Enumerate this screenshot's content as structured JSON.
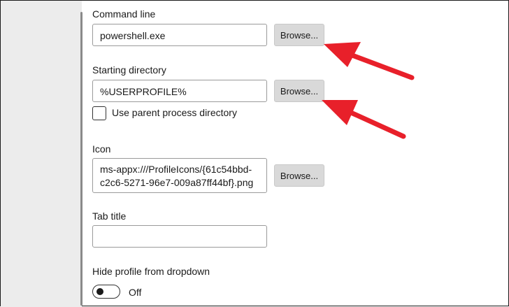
{
  "command_line": {
    "label": "Command line",
    "value": "powershell.exe",
    "browse_label": "Browse..."
  },
  "starting_directory": {
    "label": "Starting directory",
    "value": "%USERPROFILE%",
    "browse_label": "Browse...",
    "checkbox_label": "Use parent process directory",
    "checkbox_checked": false
  },
  "icon": {
    "label": "Icon",
    "value_line1": "ms-appx:///ProfileIcons/{61c54bbd-",
    "value_line2": "c2c6-5271-96e7-009a87ff44bf}.png",
    "browse_label": "Browse..."
  },
  "tab_title": {
    "label": "Tab title",
    "value": ""
  },
  "hide_profile": {
    "label": "Hide profile from dropdown",
    "toggle_state": "Off"
  },
  "colors": {
    "annotation_arrow": "#e8202a",
    "button_bg": "#d9d9d9",
    "side_strip": "#ececec"
  }
}
